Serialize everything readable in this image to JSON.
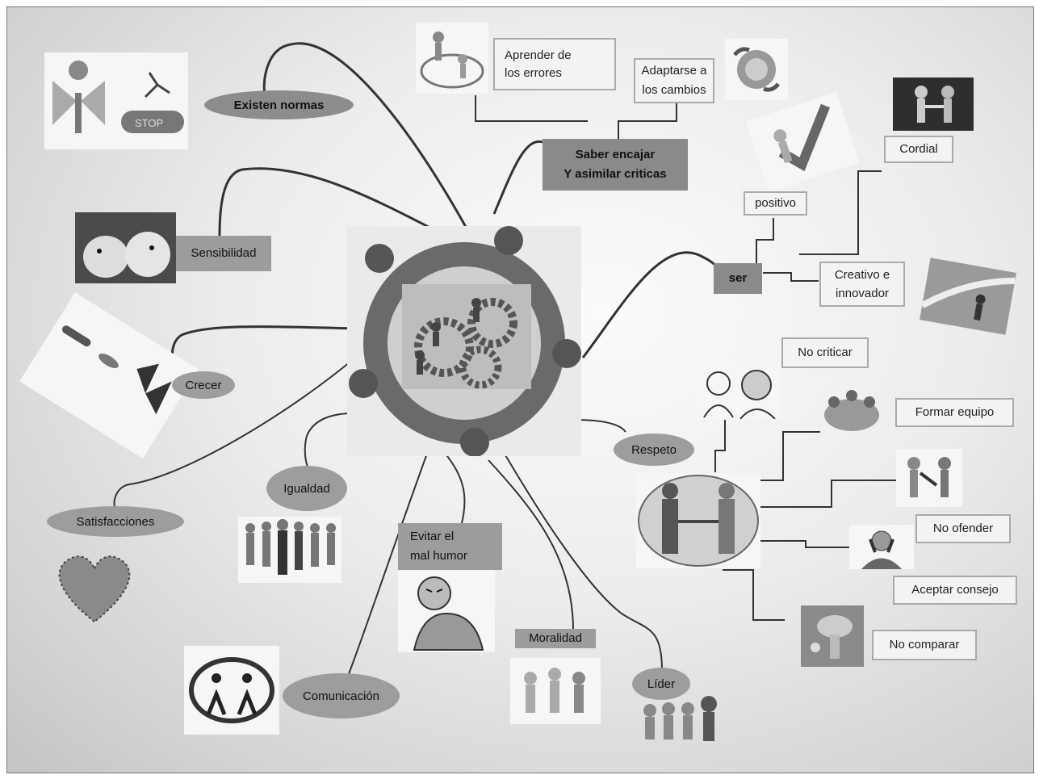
{
  "central_topic": {
    "image": "people-on-gears-icon"
  },
  "branches": {
    "existen_normas": "Existen normas",
    "saber_encajar": "Saber encajar\nY asimilar criticas",
    "aprender_errores": "Aprender de\nlos errores",
    "adaptarse": "Adaptarse a\nlos cambios",
    "sensibilidad": "Sensibilidad",
    "crecer": "Crecer",
    "satisfacciones": "Satisfacciones",
    "igualdad": "Igualdad",
    "evitar_mal_humor": "Evitar el\nmal humor",
    "comunicacion": "Comunicación",
    "moralidad": "Moralidad",
    "lider": "Líder",
    "respeto": "Respeto",
    "ser": "ser",
    "positivo": "positivo",
    "cordial": "Cordial",
    "creativo": "Creativo e\ninnovador",
    "no_criticar": "No criticar",
    "formar_equipo": "Formar equipo",
    "no_ofender": "No ofender",
    "aceptar_consejo": "Aceptar consejo",
    "no_comparar": "No comparar"
  }
}
